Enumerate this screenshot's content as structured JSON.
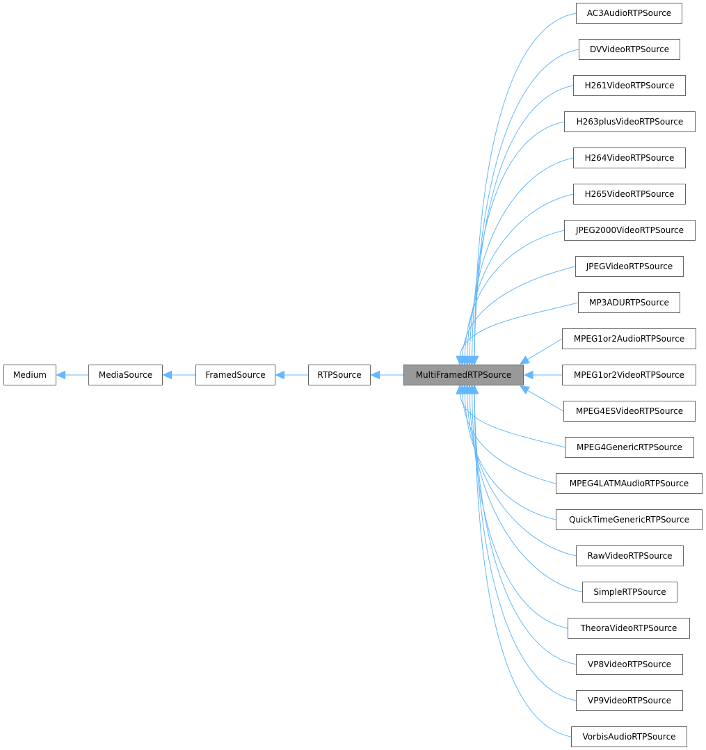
{
  "diagram": {
    "base_chain": [
      "Medium",
      "MediaSource",
      "FramedSource",
      "RTPSource",
      "MultiFramedRTPSource"
    ],
    "highlighted": "MultiFramedRTPSource",
    "derived": [
      "AC3AudioRTPSource",
      "DVVideoRTPSource",
      "H261VideoRTPSource",
      "H263plusVideoRTPSource",
      "H264VideoRTPSource",
      "H265VideoRTPSource",
      "JPEG2000VideoRTPSource",
      "JPEGVideoRTPSource",
      "MP3ADURTPSource",
      "MPEG1or2AudioRTPSource",
      "MPEG1or2VideoRTPSource",
      "MPEG4ESVideoRTPSource",
      "MPEG4GenericRTPSource",
      "MPEG4LATMAudioRTPSource",
      "QuickTimeGenericRTPSource",
      "RawVideoRTPSource",
      "SimpleRTPSource",
      "TheoraVideoRTPSource",
      "VP8VideoRTPSource",
      "VP9VideoRTPSource",
      "VorbisAudioRTPSource"
    ],
    "colors": {
      "edge": "#63b8ff",
      "node_border": "#666666",
      "node_fill": "#ffffff",
      "highlight_fill": "#999999"
    }
  }
}
